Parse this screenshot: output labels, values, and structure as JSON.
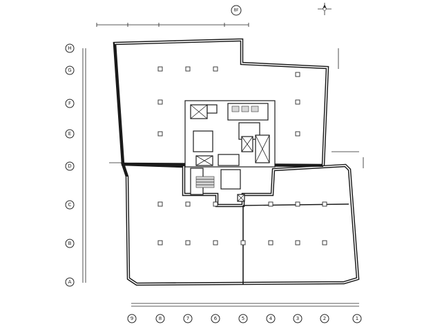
{
  "drawing": {
    "floor_label": "8F",
    "north_symbol": "north-arrow"
  },
  "row_axes": [
    "H",
    "G",
    "F",
    "E",
    "D",
    "C",
    "B",
    "A"
  ],
  "column_axes": [
    "9",
    "8",
    "7",
    "6",
    "5",
    "4",
    "3",
    "2",
    "1"
  ]
}
